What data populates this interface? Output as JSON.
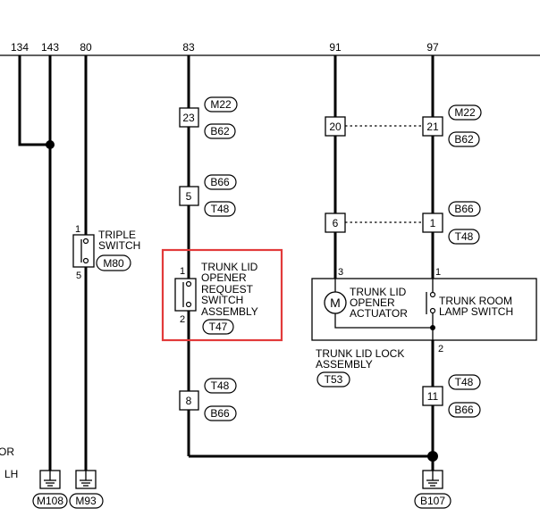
{
  "top_labels": {
    "w134": "134",
    "w143": "143",
    "w80": "80",
    "w83": "83",
    "w91": "91",
    "w97": "97"
  },
  "connectors": {
    "c23": "23",
    "m22a": "M22",
    "b62a": "B62",
    "c5": "5",
    "b66a": "B66",
    "t48a": "T48",
    "c20": "20",
    "c21": "21",
    "m22b": "M22",
    "b62b": "B62",
    "c6": "6",
    "c1": "1",
    "b66b": "B66",
    "t48b": "T48",
    "c8": "8",
    "t48c": "T48",
    "b66c": "B66",
    "c11": "11",
    "t48d": "T48",
    "b66d": "B66"
  },
  "triple_switch": {
    "line1": "TRIPLE",
    "line2": "SWITCH",
    "conn": "M80",
    "pin_top": "1",
    "pin_bottom": "5"
  },
  "request_switch": {
    "line1": "TRUNK LID",
    "line2": "OPENER",
    "line3": "REQUEST",
    "line4": "SWITCH",
    "line5": "ASSEMBLY",
    "conn": "T47",
    "pin_top": "1",
    "pin_bottom": "2"
  },
  "lock_assembly": {
    "actuator_line1": "TRUNK LID",
    "actuator_line2": "OPENER",
    "actuator_line3": "ACTUATOR",
    "motor_symbol": "M",
    "lamp_line1": "TRUNK ROOM",
    "lamp_line2": "LAMP SWITCH",
    "label_line1": "TRUNK LID LOCK",
    "label_line2": "ASSEMBLY",
    "conn": "T53",
    "pin_3": "3",
    "pin_1": "1",
    "pin_2": "2"
  },
  "grounds": {
    "g1": "M108",
    "g2": "M93",
    "g3": "B107"
  },
  "left_partial": {
    "text1": "OR",
    "text2": "LH"
  },
  "colors": {
    "highlight": "#e23a3a",
    "wire": "#000000"
  }
}
